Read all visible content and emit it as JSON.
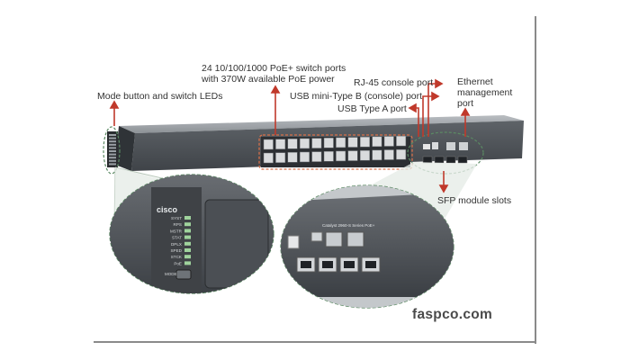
{
  "callouts": {
    "mode_button": "Mode button and switch LEDs",
    "poe_ports_line1": "24 10/100/1000 PoE+ switch ports",
    "poe_ports_line2": "with 370W available PoE power",
    "rj45_console": "RJ-45 console port",
    "usb_mini": "USB mini-Type B (console) port",
    "usb_a": "USB Type A port",
    "ethernet_mgmt": "Ethernet management port",
    "sfp_slots": "SFP module slots"
  },
  "device": {
    "brand": "cisco",
    "leds": [
      "SYST",
      "RPS",
      "MSTR",
      "STAT",
      "DPLX",
      "SPED",
      "STCK",
      "PoE"
    ],
    "mode_label": "MODE",
    "model_label": "Catalyst 2960-S Series PoE+",
    "port_count": 24,
    "sfp_count": 4
  },
  "watermark": "faspco.com",
  "colors": {
    "arrow": "#c0392b",
    "highlight_ring": "#d6704a",
    "zoom_ring": "#5b8a63",
    "chassis": "#4d5257"
  }
}
